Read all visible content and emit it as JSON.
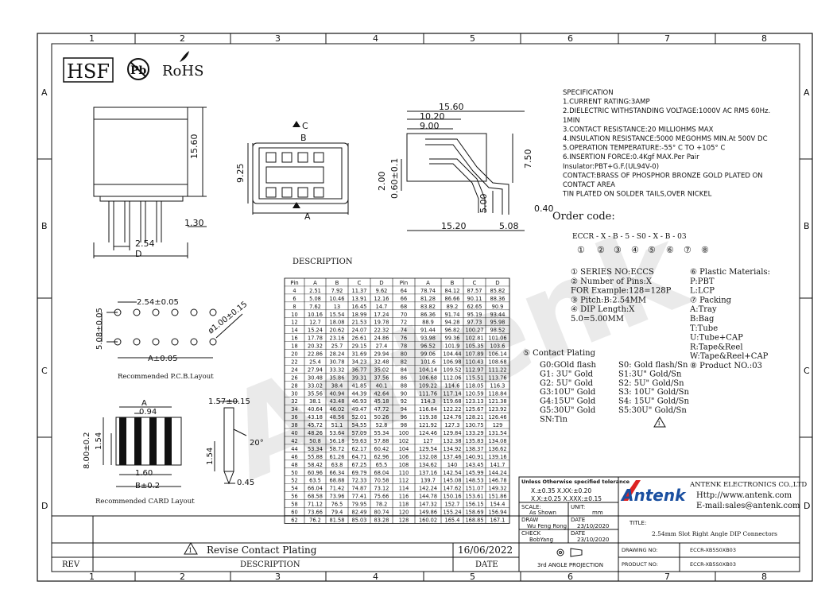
{
  "border": {
    "columns": [
      "1",
      "2",
      "3",
      "4",
      "5",
      "6",
      "7",
      "8"
    ],
    "rows": [
      "A",
      "B",
      "C",
      "D"
    ]
  },
  "logos": {
    "hsf": "HSF",
    "pb": "Pb",
    "rohs": "RoHS"
  },
  "watermark": "Antenk",
  "front_view": {
    "dims": [
      "15.60",
      "1.30",
      "2.54",
      "D"
    ]
  },
  "top_view": {
    "dims": [
      "C",
      "B",
      "9.25",
      "A"
    ]
  },
  "side_view": {
    "dims": [
      "15.60",
      "10.20",
      "9.00",
      "7.50",
      "2.00",
      "0.60±0.1",
      "5.00",
      "0.40",
      "15.20",
      "5.08"
    ]
  },
  "specification": {
    "lines": [
      "SPECIFICATION",
      "1.CURRENT RATING:3AMP",
      "2.DIELECTRIC WITHSTANDING VOLTAGE:1000V AC RMS 60Hz.",
      "1MIN",
      "3.CONTACT RESISTANCE:20 MILLIOHMS MAX",
      "4.INSULATION RESISTANCE:5000 MEGOHMS MIN.At 500V DC",
      "5.OPERATION TEMPERATURE:-55° C  TO +105° C",
      "6.INSERTION FORCE:0.4Kgf MAX.Per Pair",
      "   Insulator:PBT+G.F.(UL94V-0)",
      "CONTACT:BRASS OF PHOSPHOR BRONZE GOLD PLATED ON",
      "CONTACT AREA",
      "          TIN PLATED ON SOLDER TAILS,OVER NICKEL"
    ]
  },
  "order_code": {
    "title": "Order code:",
    "code": "ECCR - X - B - 5 - S0 - X - B - 03",
    "markers": [
      "①",
      "②",
      "③",
      "④",
      "⑤",
      "⑥",
      "⑦",
      "⑧"
    ],
    "left_items": [
      "① SERIES NO:ECCS",
      "② Number of Pins:X",
      "   FOR Example:128=128P",
      "③ Pitch:B:2.54MM",
      "④ DIP Length:X",
      "   5.0=5.00MM"
    ],
    "right_items": [
      "⑥ Plastic Materials:",
      "P:PBT",
      "L:LCP",
      "⑦ Packing",
      "A:Tray",
      "B:Bag",
      "T:Tube",
      "U:Tube+CAP",
      "R:Tape&Reel",
      "W:Tape&Reel+CAP",
      "⑧ Product  NO.:03"
    ],
    "plating_title": "⑤ Contact Plating",
    "plating_left": [
      "G0:GOld flash",
      "G1: 3U\" Gold",
      "G2: 5U\" Gold",
      "G3:10U\" Gold",
      "G4:15U\" Gold",
      "G5:30U\" Gold",
      "SN:Tin"
    ],
    "plating_right": [
      "S0: Gold flash/Sn",
      "S1:3U\" Gold/Sn",
      "S2: 5U\" Gold/Sn",
      "S3: 10U\" Gold/Sn",
      "S4: 15U\" Gold/Sn",
      "S5:30U\" Gold/Sn"
    ]
  },
  "description_title": "DESCRIPTION",
  "pin_table": {
    "headers": [
      "Pin",
      "A",
      "B",
      "C",
      "D",
      "Pin",
      "A",
      "B",
      "C",
      "D"
    ],
    "rows": [
      [
        "4",
        "2.51",
        "7.92",
        "11.37",
        "9.62",
        "64",
        "78.74",
        "84.12",
        "87.57",
        "85.82"
      ],
      [
        "6",
        "5.08",
        "10.46",
        "13.91",
        "12.16",
        "66",
        "81.28",
        "86.66",
        "90.11",
        "88.36"
      ],
      [
        "8",
        "7.62",
        "13",
        "16.45",
        "14.7",
        "68",
        "83.82",
        "89.2",
        "62.65",
        "90.9"
      ],
      [
        "10",
        "10.16",
        "15.54",
        "18.99",
        "17.24",
        "70",
        "86.36",
        "91.74",
        "95.19",
        "93.44"
      ],
      [
        "12",
        "12.7",
        "18.08",
        "21.53",
        "19.78",
        "72",
        "88.9",
        "94.28",
        "97.73",
        "95.98"
      ],
      [
        "14",
        "15.24",
        "20.62",
        "24.07",
        "22.32",
        "74",
        "91.44",
        "96.82",
        "100.27",
        "98.52"
      ],
      [
        "16",
        "17.78",
        "23.16",
        "26.61",
        "24.86",
        "76",
        "93.98",
        "99.36",
        "102.81",
        "101.06"
      ],
      [
        "18",
        "20.32",
        "25.7",
        "29.15",
        "27.4",
        "78",
        "96.52",
        "101.9",
        "105.35",
        "103.6"
      ],
      [
        "20",
        "22.86",
        "28.24",
        "31.69",
        "29.94",
        "80",
        "99.06",
        "104.44",
        "107.89",
        "106.14"
      ],
      [
        "22",
        "25.4",
        "30.78",
        "34.23",
        "32.48",
        "82",
        "101.6",
        "106.98",
        "110.43",
        "108.68"
      ],
      [
        "24",
        "27.94",
        "33.32",
        "36.77",
        "35.02",
        "84",
        "104.14",
        "109.52",
        "112.97",
        "111.22"
      ],
      [
        "26",
        "30.48",
        "35.86",
        "39.31",
        "37.56",
        "86",
        "106.68",
        "112.06",
        "115.51",
        "113.76"
      ],
      [
        "28",
        "33.02",
        "38.4",
        "41.85",
        "40.1",
        "88",
        "109.22",
        "114.6",
        "118.05",
        "116.3"
      ],
      [
        "30",
        "35.56",
        "40.94",
        "44.39",
        "42.64",
        "90",
        "111.76",
        "117.14",
        "120.59",
        "118.84"
      ],
      [
        "32",
        "38.1",
        "43.48",
        "46.93",
        "45.18",
        "92",
        "114.3",
        "119.68",
        "123.13",
        "121.38"
      ],
      [
        "34",
        "40.64",
        "46.02",
        "49.47",
        "47.72",
        "94",
        "116.84",
        "122.22",
        "125.67",
        "123.92"
      ],
      [
        "36",
        "43.18",
        "48.56",
        "52.01",
        "50.26",
        "96",
        "119.38",
        "124.76",
        "128.21",
        "126.46"
      ],
      [
        "38",
        "45.72",
        "51.1",
        "54.55",
        "52.8",
        "98",
        "121.92",
        "127.3",
        "130.75",
        "129"
      ],
      [
        "40",
        "48.26",
        "53.64",
        "57.09",
        "55.34",
        "100",
        "124.46",
        "129.84",
        "133.29",
        "131.54"
      ],
      [
        "42",
        "50.8",
        "56.18",
        "59.63",
        "57.88",
        "102",
        "127",
        "132.38",
        "135.83",
        "134.08"
      ],
      [
        "44",
        "53.34",
        "58.72",
        "62.17",
        "60.42",
        "104",
        "129.54",
        "134.92",
        "138.37",
        "136.62"
      ],
      [
        "46",
        "55.88",
        "61.26",
        "64.71",
        "62.96",
        "106",
        "132.08",
        "137.46",
        "140.91",
        "139.16"
      ],
      [
        "48",
        "58.42",
        "63.8",
        "67.25",
        "65.5",
        "108",
        "134.62",
        "140",
        "143.45",
        "141.7"
      ],
      [
        "50",
        "60.96",
        "66.34",
        "69.79",
        "68.04",
        "110",
        "137.16",
        "142.54",
        "145.99",
        "144.24"
      ],
      [
        "52",
        "63.5",
        "68.88",
        "72.33",
        "70.58",
        "112",
        "139.7",
        "145.08",
        "148.53",
        "146.78"
      ],
      [
        "54",
        "66.04",
        "71.42",
        "74.87",
        "73.12",
        "114",
        "142.24",
        "147.62",
        "151.07",
        "149.32"
      ],
      [
        "56",
        "68.58",
        "73.96",
        "77.41",
        "75.66",
        "116",
        "144.78",
        "150.16",
        "153.61",
        "151.86"
      ],
      [
        "58",
        "71.12",
        "76.5",
        "79.95",
        "78.2",
        "118",
        "147.32",
        "152.7",
        "156.15",
        "154.4"
      ],
      [
        "60",
        "73.66",
        "79.4",
        "82.49",
        "80.74",
        "120",
        "149.86",
        "155.24",
        "158.69",
        "156.94"
      ],
      [
        "62",
        "76.2",
        "81.58",
        "85.03",
        "83.28",
        "128",
        "160.02",
        "165.4",
        "168.85",
        "167.1"
      ]
    ]
  },
  "pcb_layout": {
    "caption": "Recommended P.C.B.Layout",
    "dims": [
      "2.54±0.05",
      "5.08±0.05",
      "A±0.05",
      "ø1.00±0.15"
    ]
  },
  "card_layout": {
    "caption": "Recommended CARD Layout",
    "dims": [
      "A",
      "0.94",
      "8.00±0.2",
      "1.54",
      "1.60",
      "B±0.2"
    ]
  },
  "contact_detail": {
    "dims": [
      "1.57±0.15",
      "20°",
      "1.54",
      "0.45"
    ]
  },
  "tolerance": {
    "title": "Unless Otherwise specified tolerance",
    "lines": [
      "X.±0.35     X.XX:±0.20",
      "X.X:±0.25 X.XXX:±0.15"
    ]
  },
  "title_block": {
    "scale_label": "SCALE:",
    "scale_value": "As Shown",
    "unit_label": "UNIT:",
    "unit_value": "mm",
    "draw_label": "DRAW",
    "draw_name": "Wu Feng Rong",
    "date_label": "DATE",
    "draw_date": "23/10/2020",
    "check_label": "CHECK",
    "check_name": "BobYang",
    "check_date": "23/10/2020",
    "projection": "3rd ANGLE PROJECTION",
    "company": "ANTENK ELECTRONICS CO.,LTD",
    "website": "Http://www.antenk.com",
    "email": "E-mail:sales@antenk.com",
    "brand": "Antenk",
    "title_label": "TITLE:",
    "title_value": "2.54mm Slot Right Angle DIP Connectors",
    "drawing_label": "DRAWING NO:",
    "drawing_value": "ECCR-XB5S0XB03",
    "product_label": "PRODUCT NO:",
    "product_value": "ECCR-XB5S0XB03"
  },
  "revision": {
    "marker": "1",
    "description": "Revise Contact Plating",
    "date": "16/06/2022",
    "rev_label": "REV",
    "description_label": "DESCRIPTION",
    "date_label": "DATE"
  }
}
